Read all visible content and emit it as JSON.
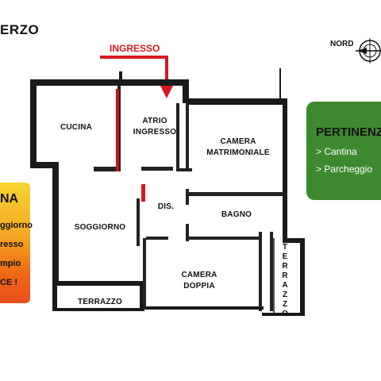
{
  "header": {
    "floor_label": "ERZO"
  },
  "entrance": {
    "label": "INGRESSO",
    "color": "#d6191f"
  },
  "compass": {
    "label": "NORD"
  },
  "rooms": {
    "cucina": "CUCINA",
    "atrio": [
      "ATRIO",
      "INGRESSO"
    ],
    "camera_matrimoniale": [
      "CAMERA",
      "MATRIMONIALE"
    ],
    "soggiorno": "SOGGIORNO",
    "dis": "DIS.",
    "bagno": "BAGNO",
    "camera_doppia": [
      "CAMERA",
      "DOPPIA"
    ],
    "terrazzo_bottom": "TERRAZZO",
    "terrazzo_right": [
      "T",
      "E",
      "R",
      "R",
      "A",
      "Z",
      "Z",
      "O"
    ]
  },
  "left_panel": {
    "title": "NA",
    "lines": [
      "ggiorno",
      "resso",
      "mpio",
      "CE !"
    ],
    "colors": [
      "#f7d430",
      "#e94e1b"
    ]
  },
  "pertinenze": {
    "title": "PERTINENZ",
    "items": [
      "> Cantina",
      "> Parcheggio"
    ],
    "color": "#3d8a2e"
  }
}
